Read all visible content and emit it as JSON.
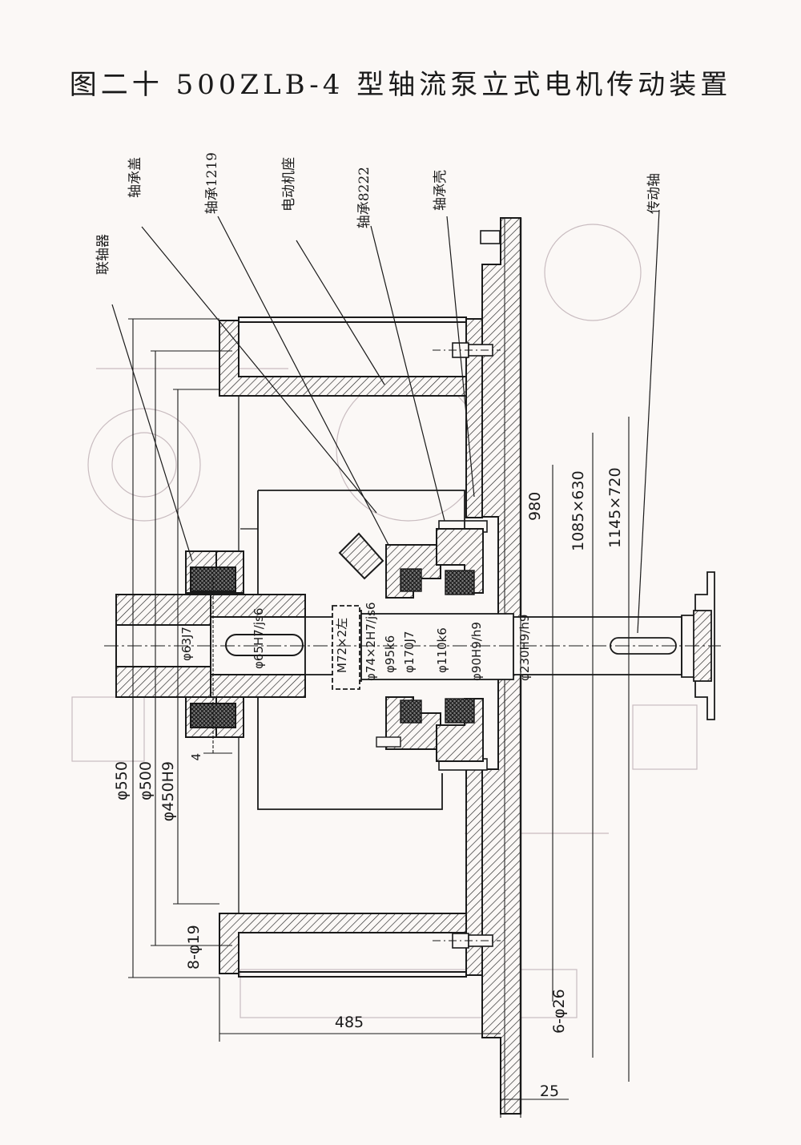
{
  "title": "图二十 500ZLB-4 型轴流泵立式电机传动装置",
  "labels": {
    "coupling": "联轴器",
    "bearing_cover": "轴承盖",
    "bearing_1219": "轴承1219",
    "motor_base": "电动机座",
    "bearing_8222": "轴承8222",
    "bearing_housing": "轴承壳",
    "drive_shaft": "传动轴"
  },
  "dimensions": {
    "d550": "φ550",
    "d500": "φ500",
    "d450": "φ450H9",
    "four": "4",
    "holes_19": "8-φ19",
    "w485": "485",
    "w25": "25",
    "holes_26": "6-φ26",
    "h980": "980",
    "h1085": "1085×630",
    "h1145": "1145×720",
    "d63": "φ63J7",
    "d65": "φ65H7/js6",
    "m72": "M72×2左",
    "d74": "φ74×2H7/js6",
    "d95": "φ95k6",
    "d170": "φ170J7",
    "d110": "φ110k6",
    "d90": "φ90H9/h9",
    "d230": "φ230H9/h9"
  }
}
